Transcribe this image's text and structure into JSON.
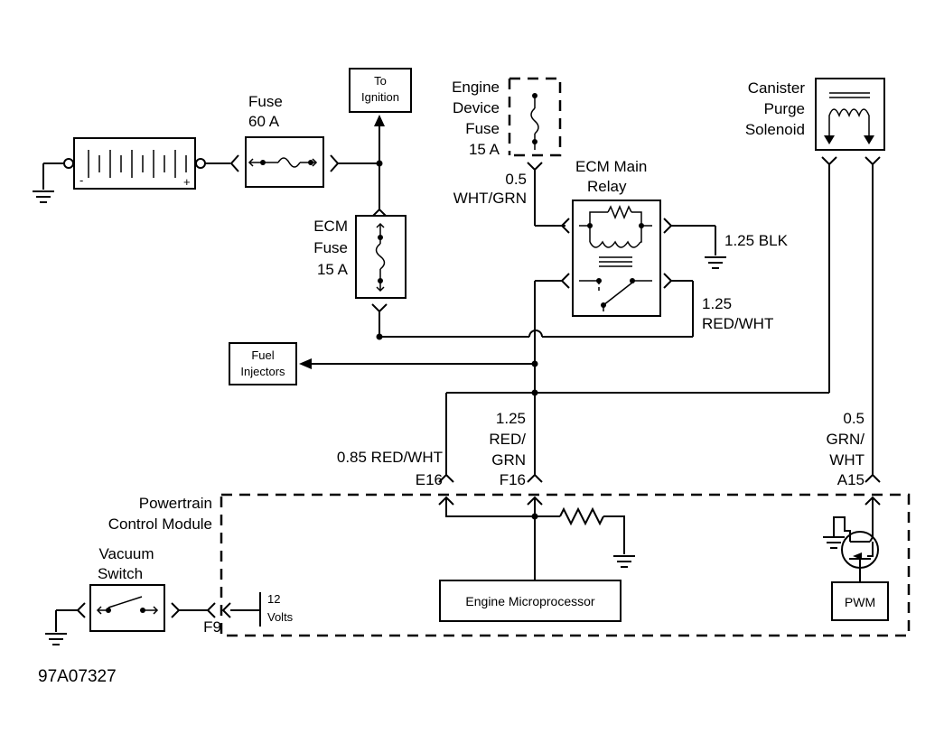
{
  "battery": {
    "minus": "-",
    "plus": "+"
  },
  "fuse_main": {
    "line1": "Fuse",
    "line2": "60 A"
  },
  "to_ignition": {
    "line1": "To",
    "line2": "Ignition"
  },
  "engine_device_fuse": {
    "line1": "Engine",
    "line2": "Device",
    "line3": "Fuse",
    "line4": "15 A"
  },
  "wire_engine_fuse": {
    "gauge": "0.5",
    "color": "WHT/GRN"
  },
  "ecm_main_relay": {
    "line1": "ECM Main",
    "line2": "Relay"
  },
  "wire_blk": {
    "label": "1.25 BLK"
  },
  "wire_relay_out": {
    "gauge": "1.25",
    "color": "RED/WHT"
  },
  "ecm_fuse": {
    "line1": "ECM",
    "line2": "Fuse",
    "line3": "15 A"
  },
  "fuel_injectors": {
    "line1": "Fuel",
    "line2": "Injectors"
  },
  "canister": {
    "line1": "Canister",
    "line2": "Purge",
    "line3": "Solenoid"
  },
  "wire_e16": {
    "label": "0.85 RED/WHT",
    "pin": "E16"
  },
  "wire_f16": {
    "line1": "1.25",
    "line2": "RED/",
    "line3": "GRN",
    "pin": "F16"
  },
  "wire_a15": {
    "line1": "0.5",
    "line2": "GRN/",
    "line3": "WHT",
    "pin": "A15"
  },
  "pcm": {
    "line1": "Powertrain",
    "line2": "Control Module"
  },
  "vacuum_switch": {
    "line1": "Vacuum",
    "line2": "Switch"
  },
  "pin_f9": {
    "pin": "F9"
  },
  "supply_12v": {
    "line1": "12",
    "line2": "Volts"
  },
  "engine_microprocessor": {
    "label": "Engine Microprocessor"
  },
  "pwm": {
    "label": "PWM"
  },
  "diagram_id": "97A07327"
}
